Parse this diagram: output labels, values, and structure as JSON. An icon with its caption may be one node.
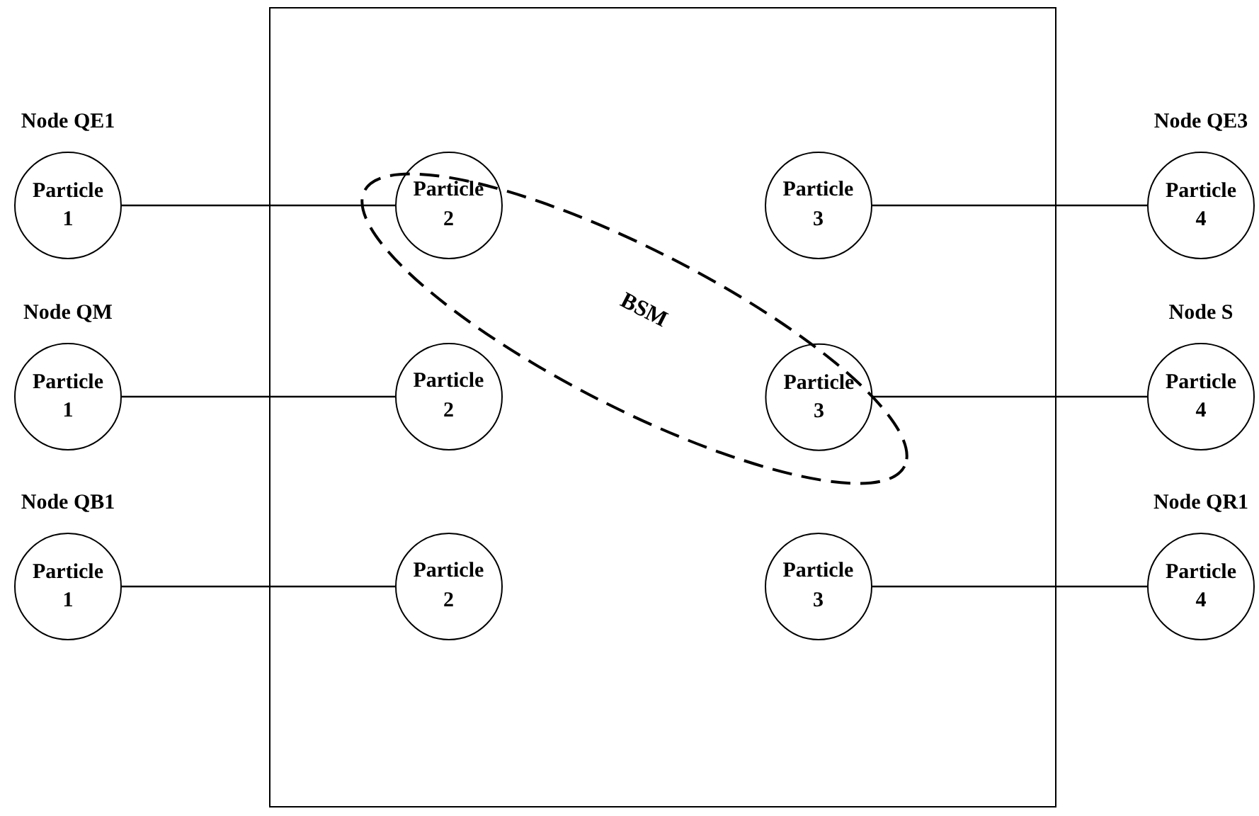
{
  "diagram": {
    "nodes": [
      {
        "text": [],
        "shape": "box"
      },
      {
        "text": [
          "Node QE1",
          "Particle 1"
        ]
      },
      {
        "text": [
          "Particle 2"
        ],
        "in": 0
      },
      {
        "text": [
          "Particle 3"
        ],
        "in": 0
      },
      {
        "text": [
          "Node QE3",
          "Particle 4"
        ]
      },
      {
        "text": [
          "BSM"
        ],
        "in": 0
      },
      {
        "text": [
          "Node QM",
          "Particle 1"
        ]
      },
      {
        "text": [
          "Particle 2"
        ],
        "in": 0
      },
      {
        "text": [
          "Particle 3"
        ],
        "in": 5
      },
      {
        "text": [
          "Node S",
          "Particle 4"
        ]
      },
      {
        "text": [
          "Node QB1",
          "Particle 1"
        ]
      },
      {
        "text": [
          "Particle 2"
        ],
        "in": 0
      },
      {
        "text": [
          "Particle 3"
        ],
        "in": 0
      },
      {
        "text": [
          "Node QR1",
          "Particle 4"
        ]
      }
    ],
    "edges": [
      {
        "from": 1,
        "to": 2,
        "arrow": "none"
      },
      {
        "from": 3,
        "to": 4,
        "arrow": "none"
      },
      {
        "from": 6,
        "to": 7,
        "arrow": "none"
      },
      {
        "from": 8,
        "to": 9,
        "arrow": "none"
      },
      {
        "from": 10,
        "to": 11,
        "arrow": "none"
      },
      {
        "from": 12,
        "to": 13,
        "arrow": "none"
      }
    ]
  }
}
